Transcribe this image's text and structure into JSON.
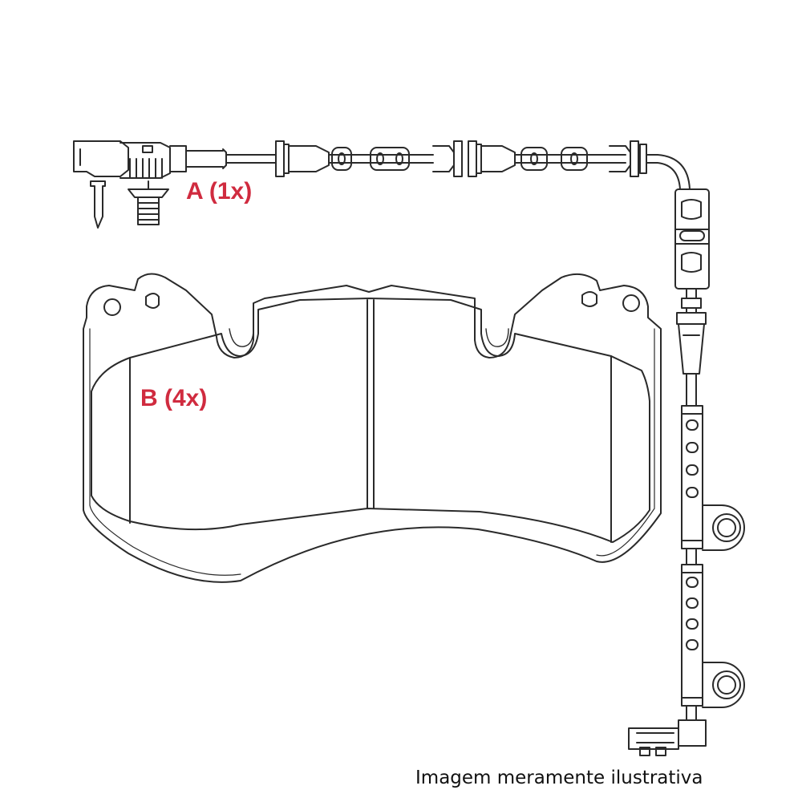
{
  "labels": {
    "part_a": "A (1x)",
    "part_b": "B (4x)"
  },
  "caption": "Imagem meramente ilustrativa",
  "colors": {
    "label": "#d02b3f",
    "line": "#2a2a2a",
    "background": "#ffffff"
  }
}
